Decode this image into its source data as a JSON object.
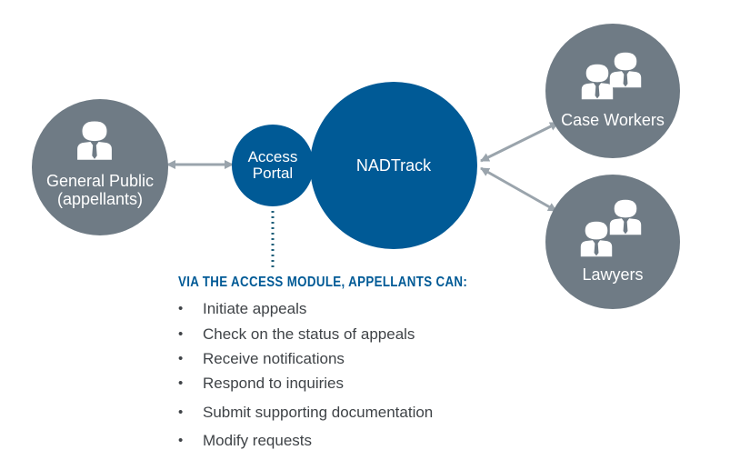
{
  "nodes": {
    "general_public": {
      "line1": "General Public",
      "line2": "(appellants)"
    },
    "access_portal": {
      "line1": "Access",
      "line2": "Portal"
    },
    "nadtrack": {
      "label": "NADTrack"
    },
    "case_workers": {
      "label": "Case Workers"
    },
    "lawyers": {
      "label": "Lawyers"
    }
  },
  "capabilities": {
    "heading": "VIA THE ACCESS MODULE, APPELLANTS CAN:",
    "bullet": "•",
    "items": [
      "Initiate appeals",
      "Check on the status of appeals",
      "Receive notifications",
      "Respond to inquiries",
      "Submit supporting documentation",
      "Modify requests"
    ]
  },
  "colors": {
    "gray_circle": "#6f7b85",
    "blue_circle": "#005a96",
    "arrow": "#9aa4ac",
    "dotted_line": "#1f5f7a",
    "person_body": "#ffffff",
    "person_tie": "#6f7b85",
    "heading_text": "#005a96",
    "body_text": "#3f4347"
  },
  "icons": {
    "person": "person-icon",
    "arrow": "double-arrow"
  }
}
